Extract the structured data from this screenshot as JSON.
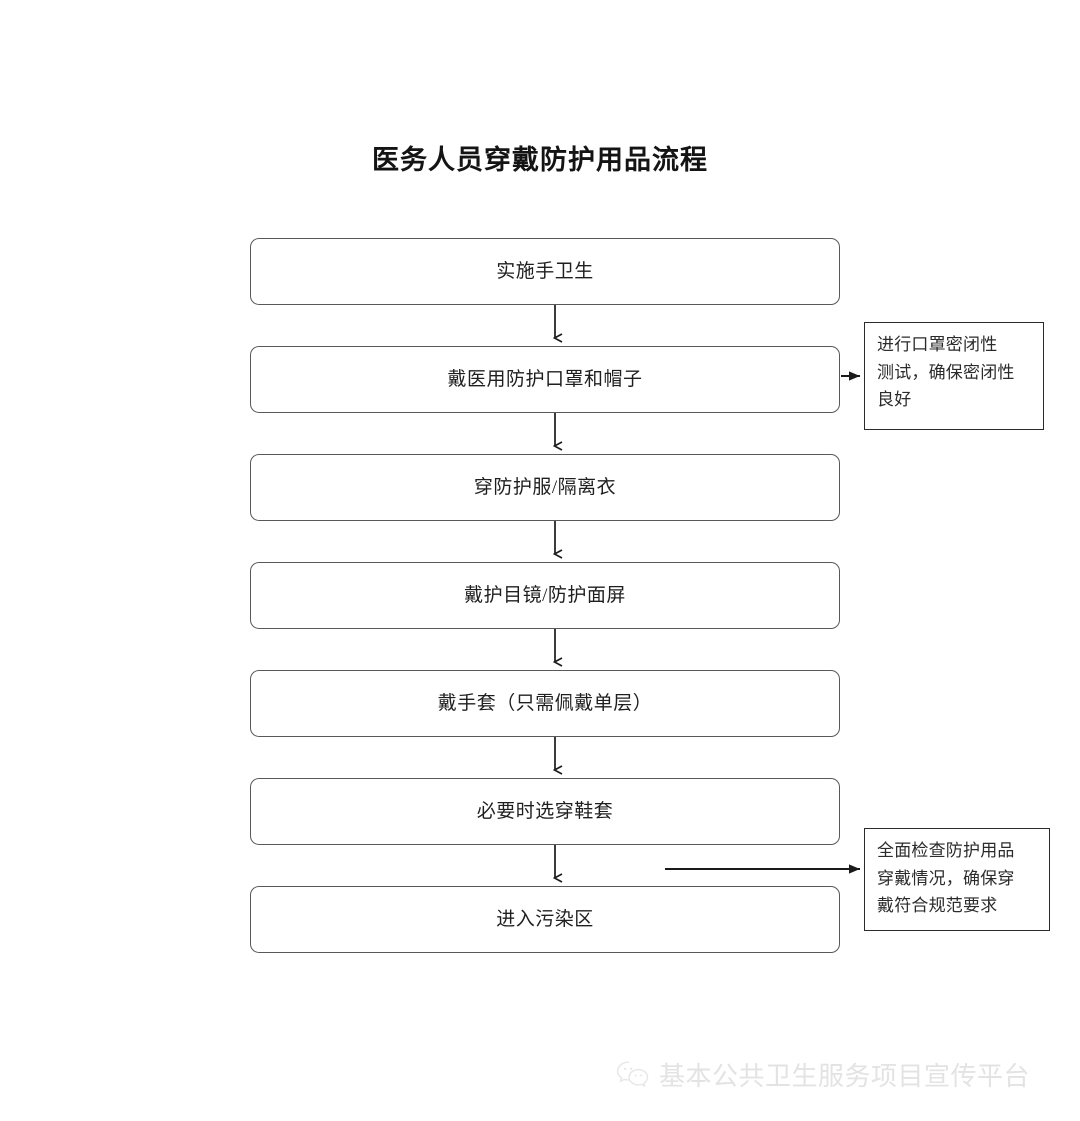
{
  "document": {
    "title": "医务人员穿戴防护用品流程",
    "background_color": "#ffffff",
    "box_border_color": "#595959",
    "note_border_color": "#2b2b2b",
    "connector_color": "#1a1a1a"
  },
  "flowchart": {
    "type": "flowchart",
    "orientation": "vertical",
    "steps": [
      {
        "id": "step-1",
        "label": "实施手卫生"
      },
      {
        "id": "step-2",
        "label": "戴医用防护口罩和帽子"
      },
      {
        "id": "step-3",
        "label": "穿防护服/隔离衣"
      },
      {
        "id": "step-4",
        "label": "戴护目镜/防护面屏"
      },
      {
        "id": "step-5",
        "label": "戴手套（只需佩戴单层）"
      },
      {
        "id": "step-6",
        "label": "必要时选穿鞋套"
      },
      {
        "id": "step-7",
        "label": "进入污染区"
      }
    ],
    "notes": [
      {
        "id": "note-1",
        "attached_to": "step-2",
        "lines": [
          "进行口罩密闭性",
          "测试，确保密闭性",
          "良好"
        ],
        "full_text": "进行口罩密闭性测试，确保密闭性良好"
      },
      {
        "id": "note-2",
        "attached_to": "step-7",
        "lines": [
          "全面检查防护用品",
          "穿戴情况，确保穿",
          "戴符合规范要求"
        ],
        "full_text": "全面检查防护用品穿戴情况，确保穿戴符合规范要求"
      }
    ]
  },
  "footer": {
    "watermark_text": "基本公共卫生服务项目宣传平台",
    "icon": "wechat-icon"
  }
}
